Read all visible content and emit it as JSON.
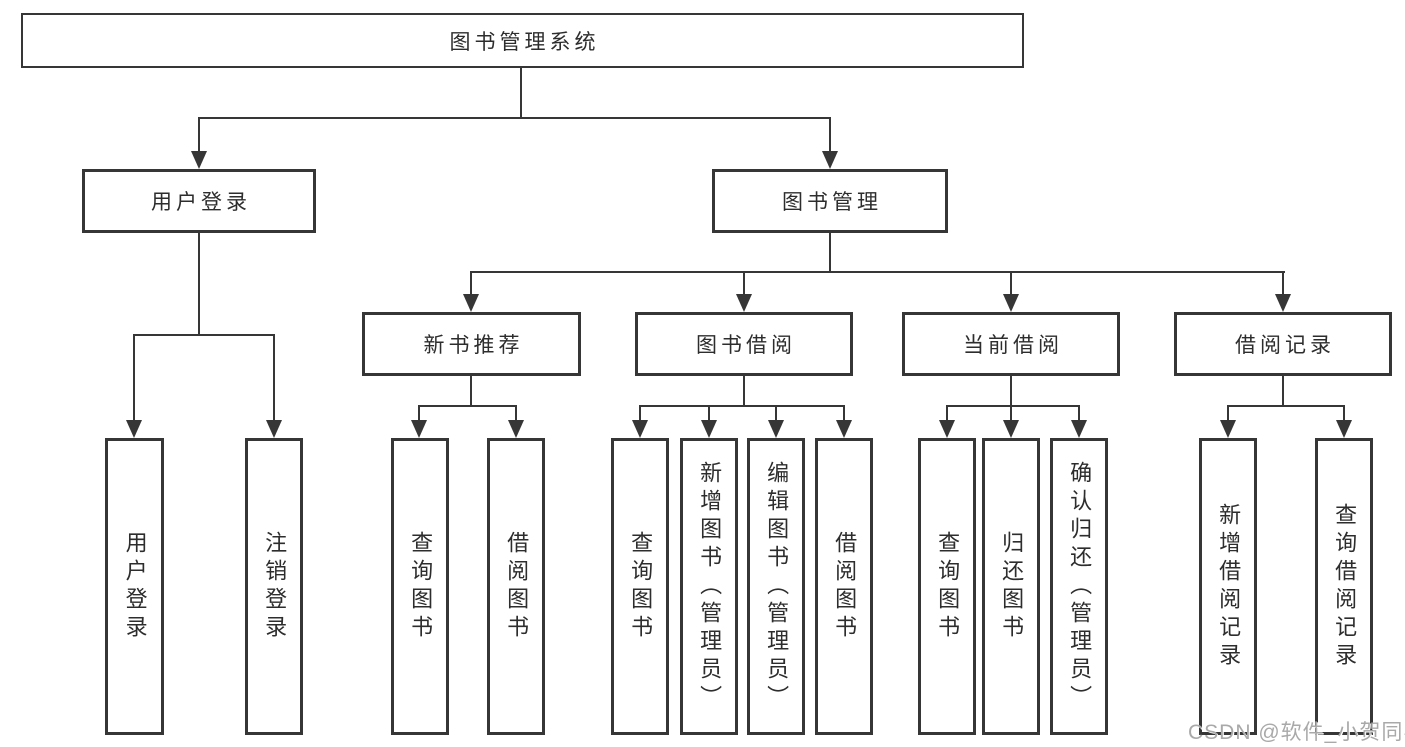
{
  "diagram": {
    "root": "图书管理系统",
    "branches": [
      {
        "label": "用户登录",
        "children": [
          "用户登录",
          "注销登录"
        ]
      },
      {
        "label": "图书管理",
        "sections": [
          {
            "label": "新书推荐",
            "children": [
              "查询图书",
              "借阅图书"
            ]
          },
          {
            "label": "图书借阅",
            "children": [
              "查询图书",
              "新增图书（管理员）",
              "编辑图书（管理员）",
              "借阅图书"
            ]
          },
          {
            "label": "当前借阅",
            "children": [
              "查询图书",
              "归还图书",
              "确认归还（管理员）"
            ]
          },
          {
            "label": "借阅记录",
            "children": [
              "新增借阅记录",
              "查询借阅记录"
            ]
          }
        ]
      }
    ]
  },
  "watermark": "CSDN @软件_小贺同学",
  "colors": {
    "line": "#363636",
    "box_border": "#363636",
    "text": "#2d2d2d",
    "watermark": "#a9a9a9",
    "background": "#ffffff"
  }
}
